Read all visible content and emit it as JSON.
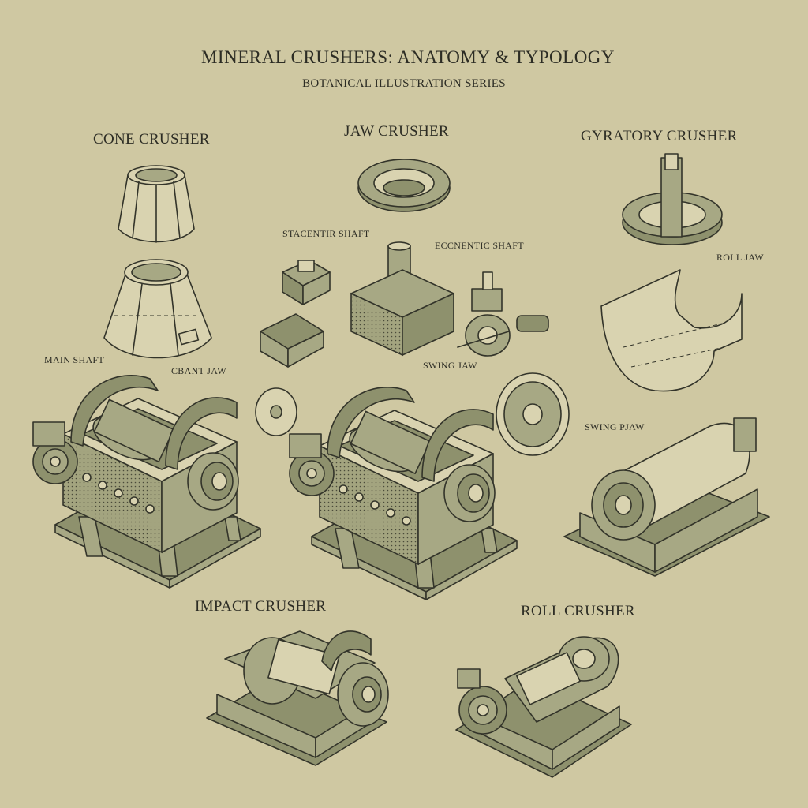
{
  "title": "MINERAL CRUSHERS: ANATOMY & TYPOLOGY",
  "subtitle": "BOTANICAL ILLUSTRATION SERIES",
  "sections": {
    "cone": "CONE CRUSHER",
    "jaw": "JAW CRUSHER",
    "gyratory": "GYRATORY CRUSHER",
    "impact": "IMPACT CRUSHER",
    "roll": "ROLL CRUSHER"
  },
  "parts": {
    "main_shaft": "MAIN SHAFT",
    "cbant_jaw": "CBANT JAW",
    "stacentir_shaft": "STACENTIR SHAFT",
    "ecc_shaft": "ECCNENTIC SHAFT",
    "swing_jaw": "SWING JAW",
    "roll_jaw": "ROLL JAW",
    "swing_pjaw": "SWING PJAW"
  },
  "colors": {
    "paper": "#cfc8a2",
    "ink": "#33342a",
    "shade": "#a7a884"
  }
}
